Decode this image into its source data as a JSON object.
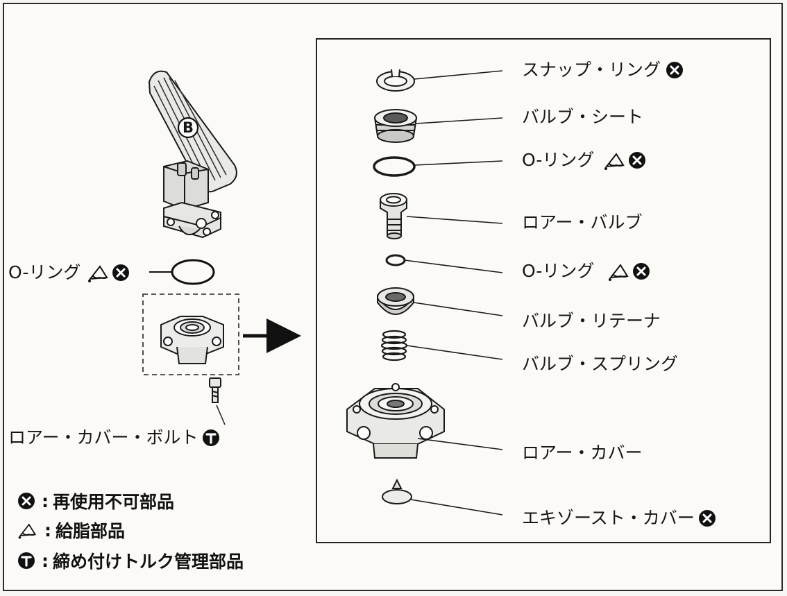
{
  "parts": {
    "snap_ring": "スナップ・リング",
    "valve_seat": "バルブ・シート",
    "o_ring_1": "O-リング",
    "lower_valve": "ロアー・バルブ",
    "o_ring_2": "O-リング",
    "valve_retainer": "バルブ・リテーナ",
    "valve_spring": "バルブ・スプリング",
    "lower_cover": "ロアー・カバー",
    "exhaust_cover": "エキゾースト・カバー"
  },
  "left": {
    "o_ring": "O-リング",
    "lower_cover_bolt": "ロアー・カバー・ボルト",
    "pedal_letter": "B"
  },
  "legend": {
    "separator": ":",
    "non_reusable": "再使用不可部品",
    "grease": "給脂部品",
    "torque": "締め付けトルク管理部品"
  },
  "icons": {
    "non_reusable": "circle-x-icon",
    "grease": "grease-funnel-icon",
    "torque": "circle-t-icon"
  },
  "colors": {
    "ink": "#151515",
    "paper": "#fbfaf7"
  }
}
